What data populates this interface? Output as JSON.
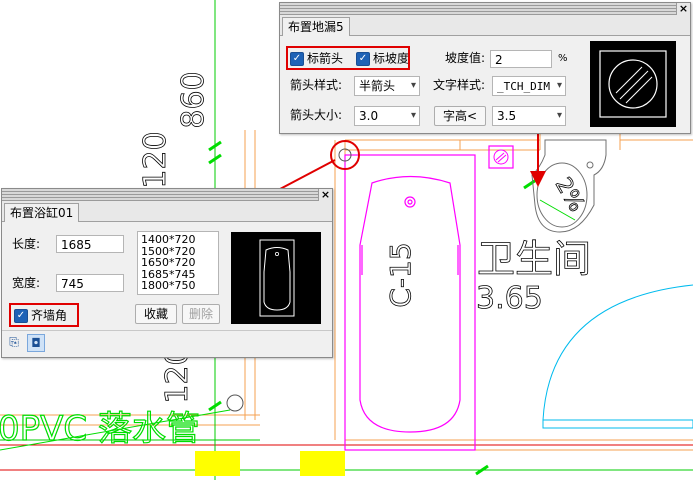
{
  "drawing": {
    "dim_top": "860",
    "dim_mid": "120",
    "dim_low": "120",
    "tub_label": "C-15",
    "room_name": "卫生间",
    "room_area": "3.65",
    "pipe_label": "0PVC 落水管",
    "slope_tag": "2%"
  },
  "floor_drain_dialog": {
    "tab": "布置地漏5",
    "close_icon": "×",
    "show_arrow": {
      "label": "标箭头",
      "checked": true
    },
    "show_slope": {
      "label": "标坡度",
      "checked": true
    },
    "slope_label": "坡度值:",
    "slope_value": "2",
    "slope_unit": "%",
    "arrow_style_label": "箭头样式:",
    "arrow_style_value": "半箭头",
    "text_style_label": "文字样式:",
    "text_style_value": "_TCH_DIM",
    "arrow_size_label": "箭头大小:",
    "arrow_size_value": "3.0",
    "text_height_button": "字高<",
    "text_height_value": "3.5"
  },
  "bathtub_dialog": {
    "tab": "布置浴缸01",
    "close_icon": "×",
    "length_label": "长度:",
    "length_value": "1685",
    "width_label": "宽度:",
    "width_value": "745",
    "size_list": [
      "1400*720",
      "1500*720",
      "1650*720",
      "1685*745",
      "1800*750"
    ],
    "align_corner": {
      "label": "齐墙角",
      "checked": true
    },
    "favorite_button": "收藏",
    "delete_button": "删除"
  },
  "colors": {
    "annotation_red": "#e00000",
    "tub_magenta": "#ff00ff",
    "wall_orange": "#f5a050",
    "dim_green": "#00dd00",
    "checkbox_blue": "#1e62b6",
    "highlight_yellow": "#ffff00"
  }
}
